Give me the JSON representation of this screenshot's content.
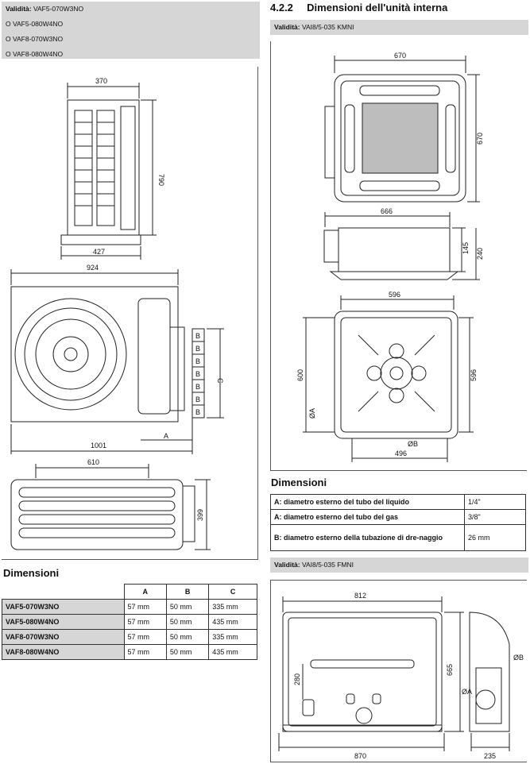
{
  "left": {
    "validity_box": {
      "label": "Validità:",
      "first": "VAF5-070W3NO",
      "items": [
        "O VAF5-080W4NO",
        "O VAF8-070W3NO",
        "O VAF8-080W4NO"
      ]
    },
    "drawing_dims": {
      "top_width": "370",
      "top_height": "790",
      "base": "427",
      "front_width": "924",
      "c": "C",
      "b": "B",
      "a": "A",
      "front_total": "1001",
      "bottom_width": "610",
      "bottom_height": "399"
    },
    "dimensions_title": "Dimensioni",
    "table": {
      "headers": [
        "",
        "A",
        "B",
        "C"
      ],
      "rows": [
        {
          "model": "VAF5-070W3NO",
          "a": "57 mm",
          "b": "50 mm",
          "c": "335 mm"
        },
        {
          "model": "VAF5-080W4NO",
          "a": "57 mm",
          "b": "50 mm",
          "c": "435 mm"
        },
        {
          "model": "VAF8-070W3NO",
          "a": "57 mm",
          "b": "50 mm",
          "c": "335 mm"
        },
        {
          "model": "VAF8-080W4NO",
          "a": "57 mm",
          "b": "50 mm",
          "c": "435 mm"
        }
      ]
    }
  },
  "right": {
    "section_number": "4.2.2",
    "section_title": "Dimensioni dell'unità interna",
    "validity1": {
      "label": "Validità:",
      "value": "VAI8/5-035 KMNI"
    },
    "drawing_dims": {
      "w670": "670",
      "h670": "670",
      "w666": "666",
      "h145": "145",
      "h240": "240",
      "w596": "596",
      "h600": "600",
      "h596": "596",
      "oa": "ØA",
      "ob": "ØB",
      "w496": "496"
    },
    "dimensions_title": "Dimensioni",
    "table": [
      {
        "label": "A: diametro esterno del tubo del liquido",
        "value": "1/4\""
      },
      {
        "label": "A: diametro esterno del tubo del gas",
        "value": "3/8\""
      },
      {
        "label": "B: diametro esterno della tubazione di dre-naggio",
        "value": "26 mm"
      }
    ],
    "validity2": {
      "label": "Validità:",
      "value": "VAI8/5-035 FMNI"
    },
    "drawing2_dims": {
      "w812": "812",
      "h665": "665",
      "h280": "280",
      "oa": "ØA",
      "ob": "ØB",
      "w870": "870",
      "w235": "235"
    }
  }
}
